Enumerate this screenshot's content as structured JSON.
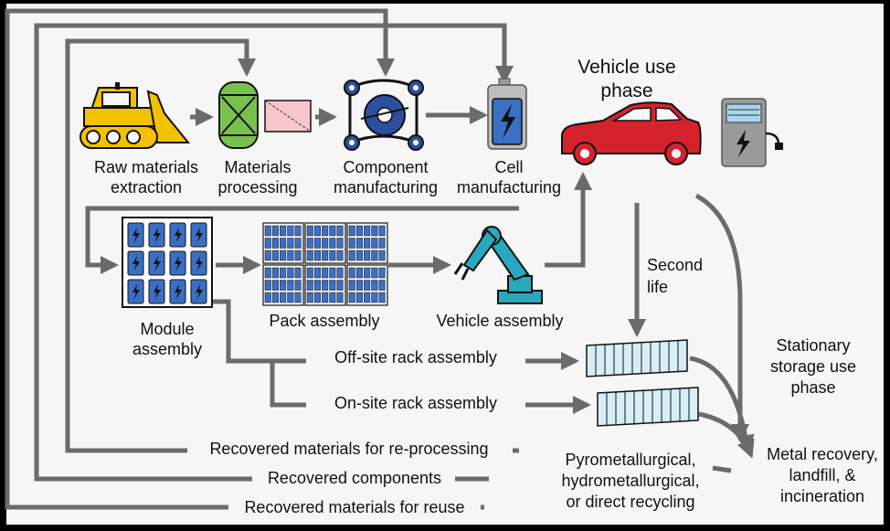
{
  "stages": {
    "raw_materials": [
      "Raw materials",
      "extraction"
    ],
    "materials_processing": [
      "Materials",
      "processing"
    ],
    "component_manufacturing": [
      "Component",
      "manufacturing"
    ],
    "cell_manufacturing": [
      "Cell",
      "manufacturing"
    ],
    "vehicle_use": [
      "Vehicle use",
      "phase"
    ],
    "module_assembly": [
      "Module",
      "assembly"
    ],
    "pack_assembly": "Pack assembly",
    "vehicle_assembly": "Vehicle assembly",
    "second_life": [
      "Second",
      "life"
    ],
    "offsite_rack": "Off-site rack assembly",
    "onsite_rack": "On-site rack assembly",
    "stationary_storage": [
      "Stationary",
      "storage use",
      "phase"
    ],
    "recycling": [
      "Pyrometallurgical,",
      "hydrometallurgical,",
      "or direct recycling"
    ],
    "end_of_life": [
      "Metal recovery,",
      "landfill, &",
      "incineration"
    ]
  },
  "return_flows": {
    "reprocessing": "Recovered materials for re-processing",
    "components": "Recovered components",
    "reuse": "Recovered materials for reuse"
  },
  "colors": {
    "background": "#f6f6f6",
    "frame": "#000000",
    "arrow": "#6b6b6b",
    "bulldozer": "#f2c200",
    "processing_green": "#79c14d",
    "processing_pink": "#f6c6cb",
    "gear_blue": "#2c4fa0",
    "cell_blue": "#3b6fc4",
    "car_red": "#d5232e",
    "robot_teal": "#2aa8bd",
    "rack_fill": "#d6eef5",
    "charger_gray": "#9a9a9a"
  },
  "icons": [
    "bulldozer-icon",
    "reactor-icon",
    "gear-conveyor-icon",
    "battery-cell-icon",
    "car-icon",
    "charger-icon",
    "module-icon",
    "pack-icon",
    "robot-arm-icon",
    "rack-icon"
  ]
}
